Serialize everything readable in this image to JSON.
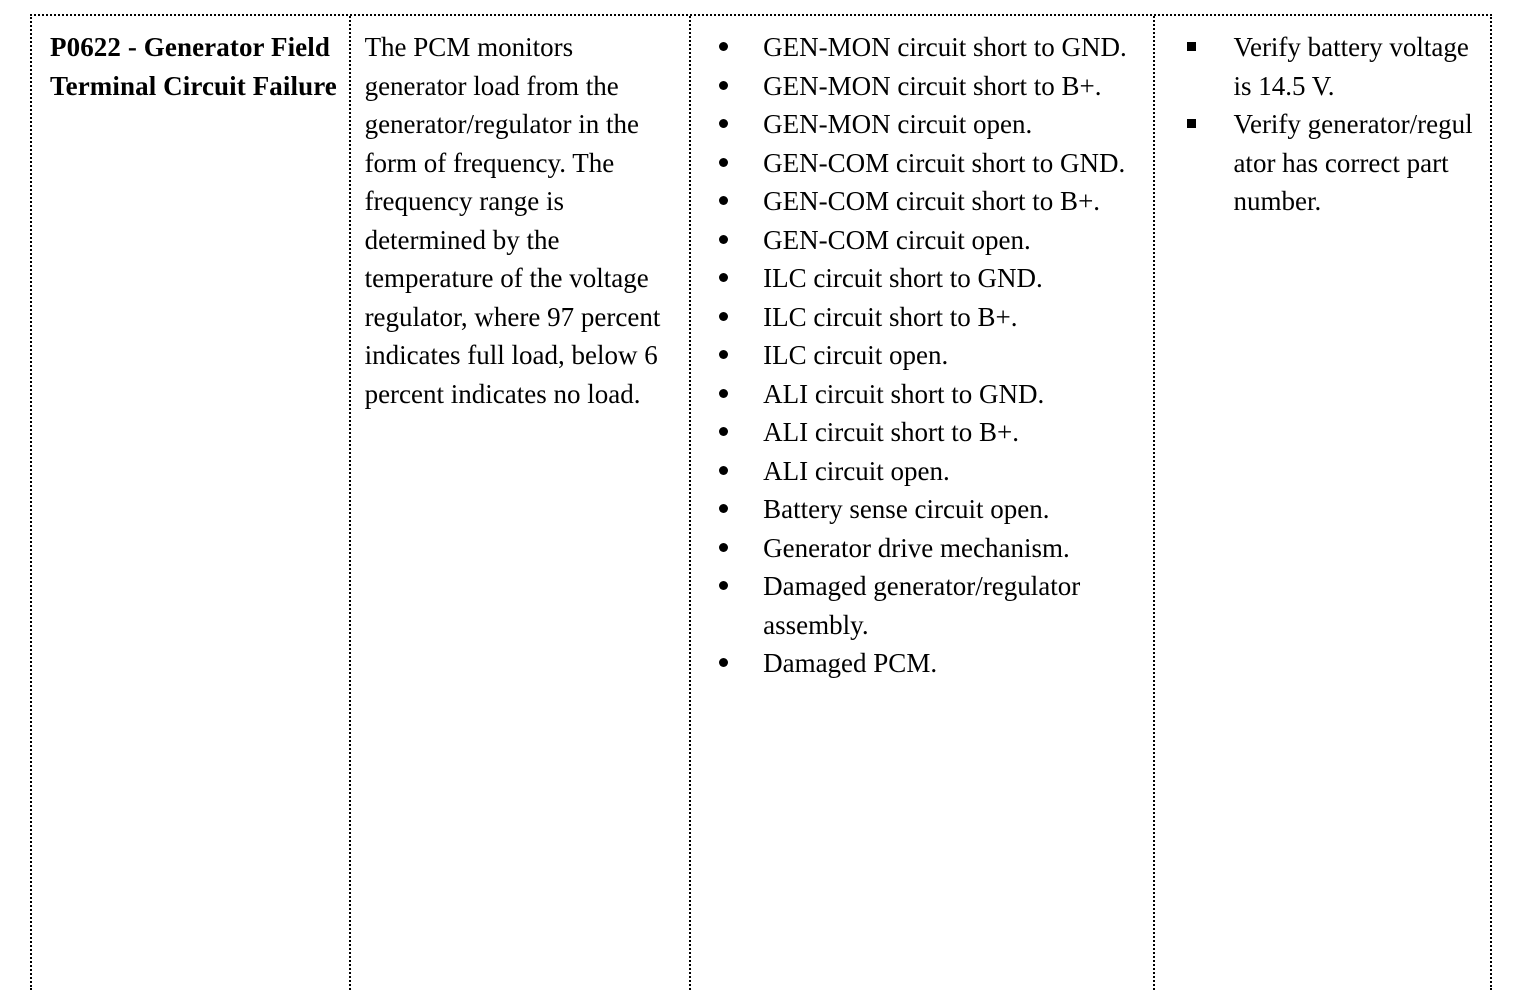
{
  "table": {
    "columns": [
      {
        "key": "code",
        "name": "dtc-code-and-name"
      },
      {
        "key": "desc",
        "name": "dtc-description"
      },
      {
        "key": "causes",
        "name": "possible-causes"
      },
      {
        "key": "diag",
        "name": "diagnostic-aids"
      }
    ],
    "row": {
      "code": "P0622 - Generator Field Terminal Circuit Failure",
      "description": "The PCM monitors generator load from the generator/regulator in the form of frequency. The frequency range is determined by the temperature of the voltage regulator, where 97 percent indicates full load, below 6 percent indicates no load.",
      "possible_causes": {
        "bullet_style": "round",
        "items": [
          "GEN-MON circuit short to GND.",
          "GEN-MON circuit short to B+.",
          "GEN-MON circuit open.",
          "GEN-COM circuit short to GND.",
          "GEN-COM circuit short to B+.",
          "GEN-COM circuit open.",
          "ILC circuit short to GND.",
          "ILC circuit short to B+.",
          "ILC circuit open.",
          "ALI circuit short to GND.",
          "ALI circuit short to B+.",
          "ALI circuit open.",
          "Battery sense circuit open.",
          "Generator drive mechanism.",
          "Damaged generator/regulator assembly.",
          "Damaged PCM."
        ]
      },
      "diagnostic_aids": {
        "bullet_style": "square",
        "items": [
          "Verify battery voltage is 14.5 V.",
          "Verify generator/regul ator has correct part number."
        ]
      }
    }
  },
  "style": {
    "text_color": "#000000",
    "background_color": "#ffffff",
    "border_color": "#000000"
  }
}
